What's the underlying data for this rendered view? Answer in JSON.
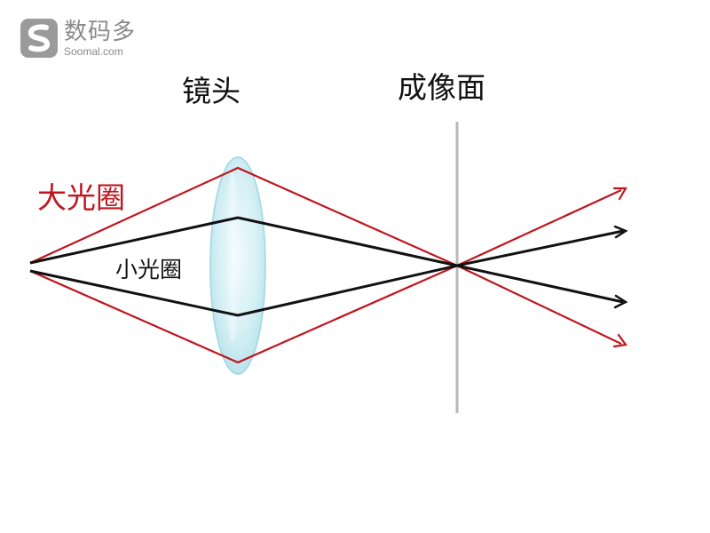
{
  "watermark": {
    "brand_cn": "数码多",
    "brand_en": "Soomal.com"
  },
  "labels": {
    "lens": "镜头",
    "image_plane": "成像面",
    "large_aperture": "大光圈",
    "small_aperture": "小光圈"
  },
  "colors": {
    "large_aperture_ray": "#c0161e",
    "small_aperture_ray": "#111111",
    "image_plane": "#b8b8b8",
    "lens_fill": "#cfeef4",
    "lens_edge": "#8fcfdc",
    "watermark_gray": "#8a8a8a"
  },
  "icons": {
    "logo": "soomal-s-logo-icon",
    "arrowhead": "arrowhead-icon"
  }
}
